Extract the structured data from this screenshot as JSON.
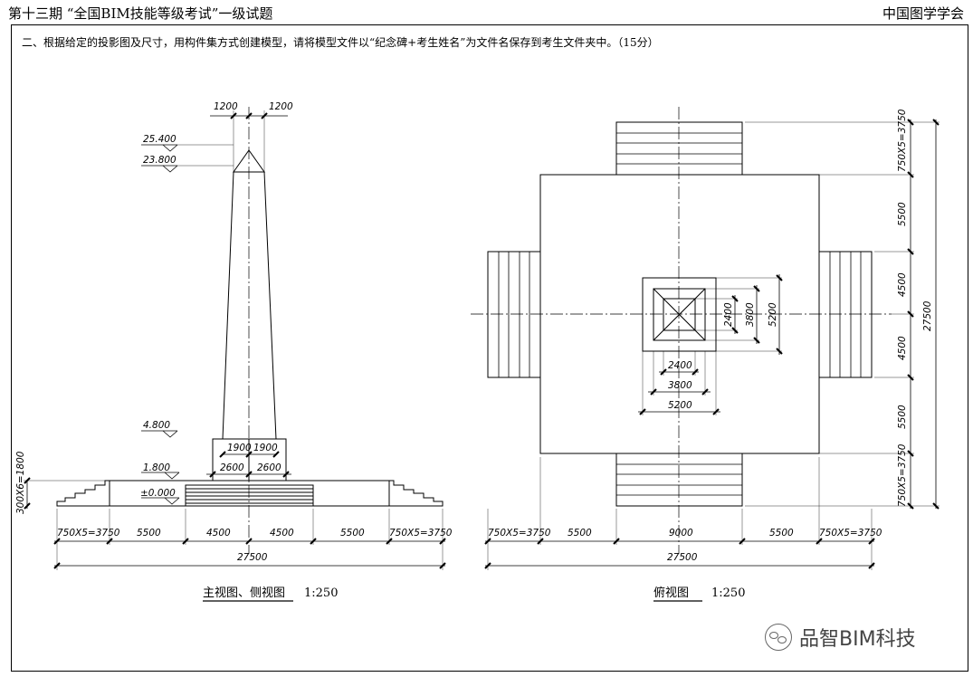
{
  "header": {
    "left": "第十三期 “全国BIM技能等级考试”一级试题",
    "right": "中国图学学会"
  },
  "question": "二、根据给定的投影图及尺寸，用构件集方式创建模型，请将模型文件以“纪念碑+考生姓名”为文件名保存到考生文件夹中。（15分）",
  "front_view": {
    "title": "主视图、侧视图",
    "scale": "1:250",
    "elevations": [
      "25.400",
      "23.800",
      "4.800",
      "1.800",
      "±0.000"
    ],
    "top_dims": [
      "1200",
      "1200"
    ],
    "pedestal_dims": [
      "1900",
      "1900",
      "2600",
      "2600"
    ],
    "step_height": "300X6=1800",
    "bottom_dims": [
      "750X5=3750",
      "5500",
      "4500",
      "4500",
      "5500",
      "750X5=3750"
    ],
    "total": "27500"
  },
  "plan_view": {
    "title": "俯视图",
    "scale": "1:250",
    "inner_dims": [
      "2400",
      "3800",
      "5200"
    ],
    "bottom_dims": [
      "750X5=3750",
      "5500",
      "9000",
      "5500",
      "750X5=3750"
    ],
    "total": "27500",
    "right_dims": [
      "750X5=3750",
      "5500",
      "4500",
      "4500",
      "5500",
      "750X5=3750"
    ]
  },
  "watermark": "品智BIM科技"
}
